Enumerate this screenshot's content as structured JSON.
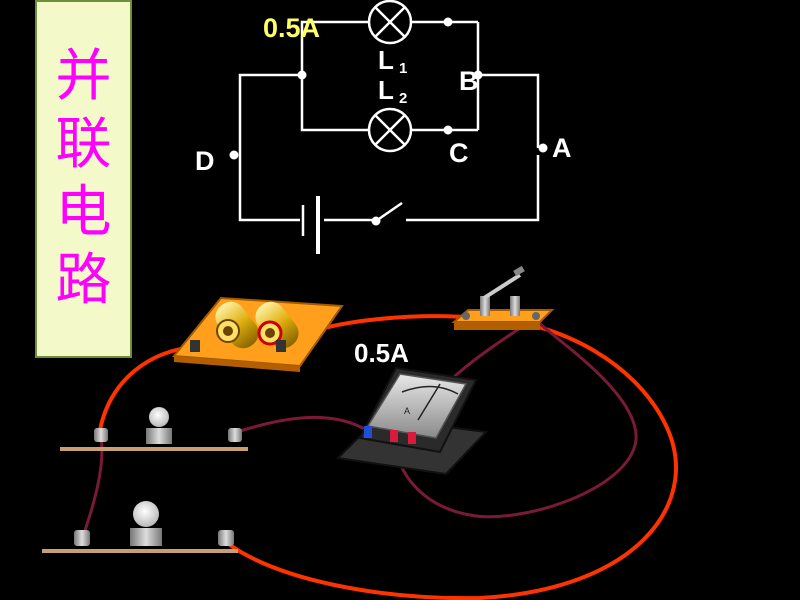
{
  "title_chars": [
    "并",
    "联",
    "电",
    "路"
  ],
  "schematic": {
    "current_label": "0.5A",
    "lamp1_label": "L",
    "lamp1_sub": "1",
    "lamp2_label": "L",
    "lamp2_sub": "2",
    "node_a": "A",
    "node_b": "B",
    "node_c": "C",
    "node_d": "D"
  },
  "apparatus": {
    "ammeter_reading": "0.5A"
  },
  "colors": {
    "background": "#000000",
    "title_fill": "#f3f9c9",
    "title_text": "#ff00ff",
    "current_label": "#ffff66",
    "wire_red": "#ff3300",
    "wire_dark": "#7a1a36",
    "board": "#ff9f1c"
  }
}
